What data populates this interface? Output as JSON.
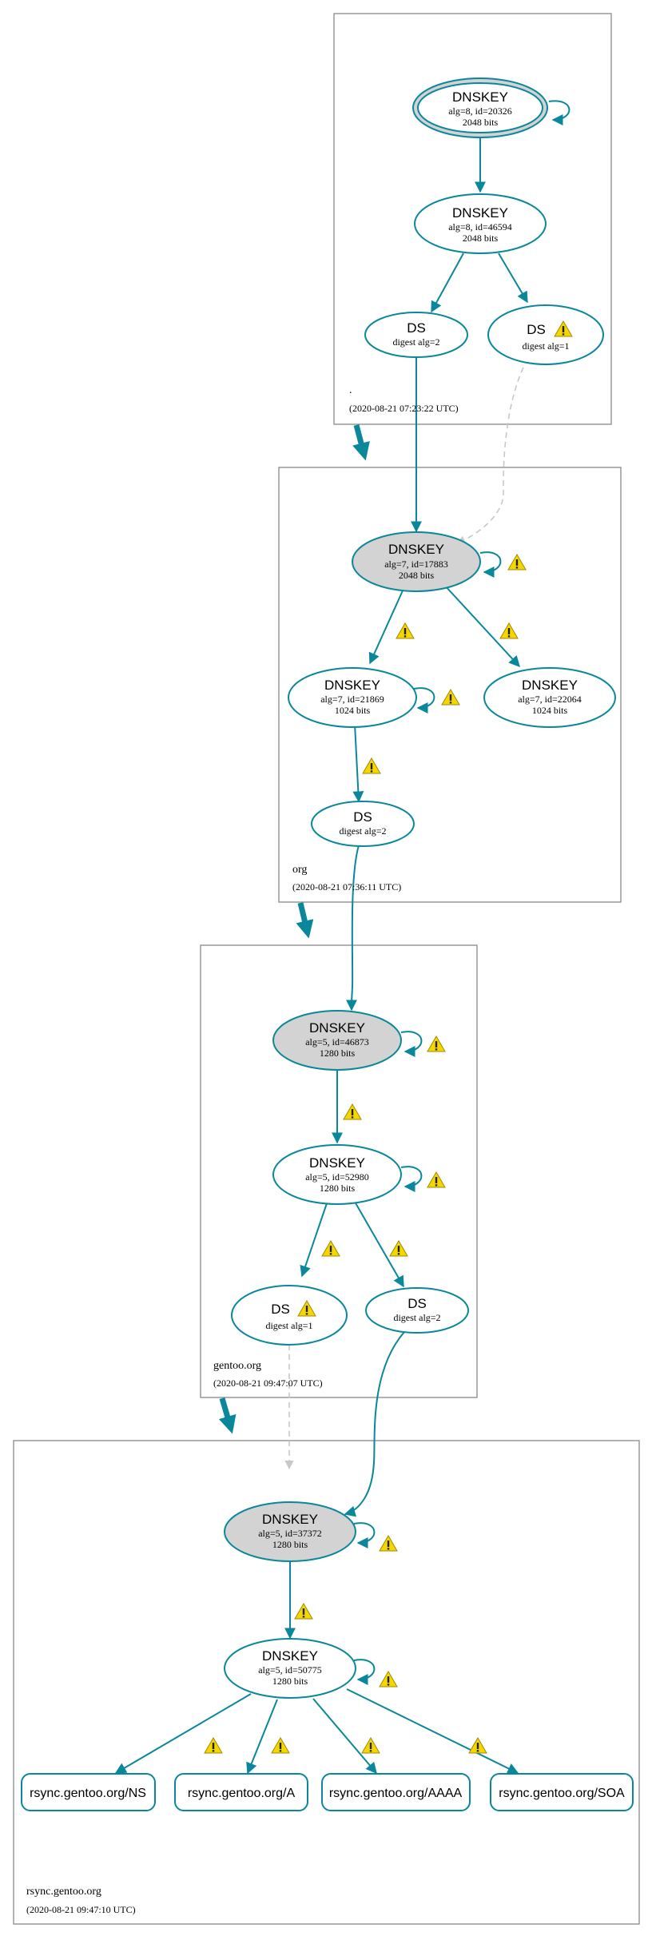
{
  "zones": {
    "root": {
      "name": ".",
      "date": "(2020-08-21 07:23:22 UTC)"
    },
    "org": {
      "name": "org",
      "date": "(2020-08-21 07:36:11 UTC)"
    },
    "gentoo": {
      "name": "gentoo.org",
      "date": "(2020-08-21 09:47:07 UTC)"
    },
    "rsync": {
      "name": "rsync.gentoo.org",
      "date": "(2020-08-21 09:47:10 UTC)"
    }
  },
  "nodes": {
    "root_ksk": {
      "title": "DNSKEY",
      "line1": "alg=8, id=20326",
      "line2": "2048 bits"
    },
    "root_zsk": {
      "title": "DNSKEY",
      "line1": "alg=8, id=46594",
      "line2": "2048 bits"
    },
    "root_ds2": {
      "title": "DS",
      "line1": "digest alg=2"
    },
    "root_ds1": {
      "title": "DS",
      "line1": "digest alg=1"
    },
    "org_ksk": {
      "title": "DNSKEY",
      "line1": "alg=7, id=17883",
      "line2": "2048 bits"
    },
    "org_zsk1": {
      "title": "DNSKEY",
      "line1": "alg=7, id=21869",
      "line2": "1024 bits"
    },
    "org_zsk2": {
      "title": "DNSKEY",
      "line1": "alg=7, id=22064",
      "line2": "1024 bits"
    },
    "org_ds": {
      "title": "DS",
      "line1": "digest alg=2"
    },
    "gentoo_ksk": {
      "title": "DNSKEY",
      "line1": "alg=5, id=46873",
      "line2": "1280 bits"
    },
    "gentoo_zsk": {
      "title": "DNSKEY",
      "line1": "alg=5, id=52980",
      "line2": "1280 bits"
    },
    "gentoo_ds1": {
      "title": "DS",
      "line1": "digest alg=1"
    },
    "gentoo_ds2": {
      "title": "DS",
      "line1": "digest alg=2"
    },
    "rsync_ksk": {
      "title": "DNSKEY",
      "line1": "alg=5, id=37372",
      "line2": "1280 bits"
    },
    "rsync_zsk": {
      "title": "DNSKEY",
      "line1": "alg=5, id=50775",
      "line2": "1280 bits"
    }
  },
  "rrsets": {
    "ns": "rsync.gentoo.org/NS",
    "a": "rsync.gentoo.org/A",
    "aaaa": "rsync.gentoo.org/AAAA",
    "soa": "rsync.gentoo.org/SOA"
  },
  "colors": {
    "edge": "#0a879a",
    "ksk_fill": "#d3d3d3",
    "dashed_edge": "#c8c8c8",
    "warning_fill": "#f5d600"
  }
}
